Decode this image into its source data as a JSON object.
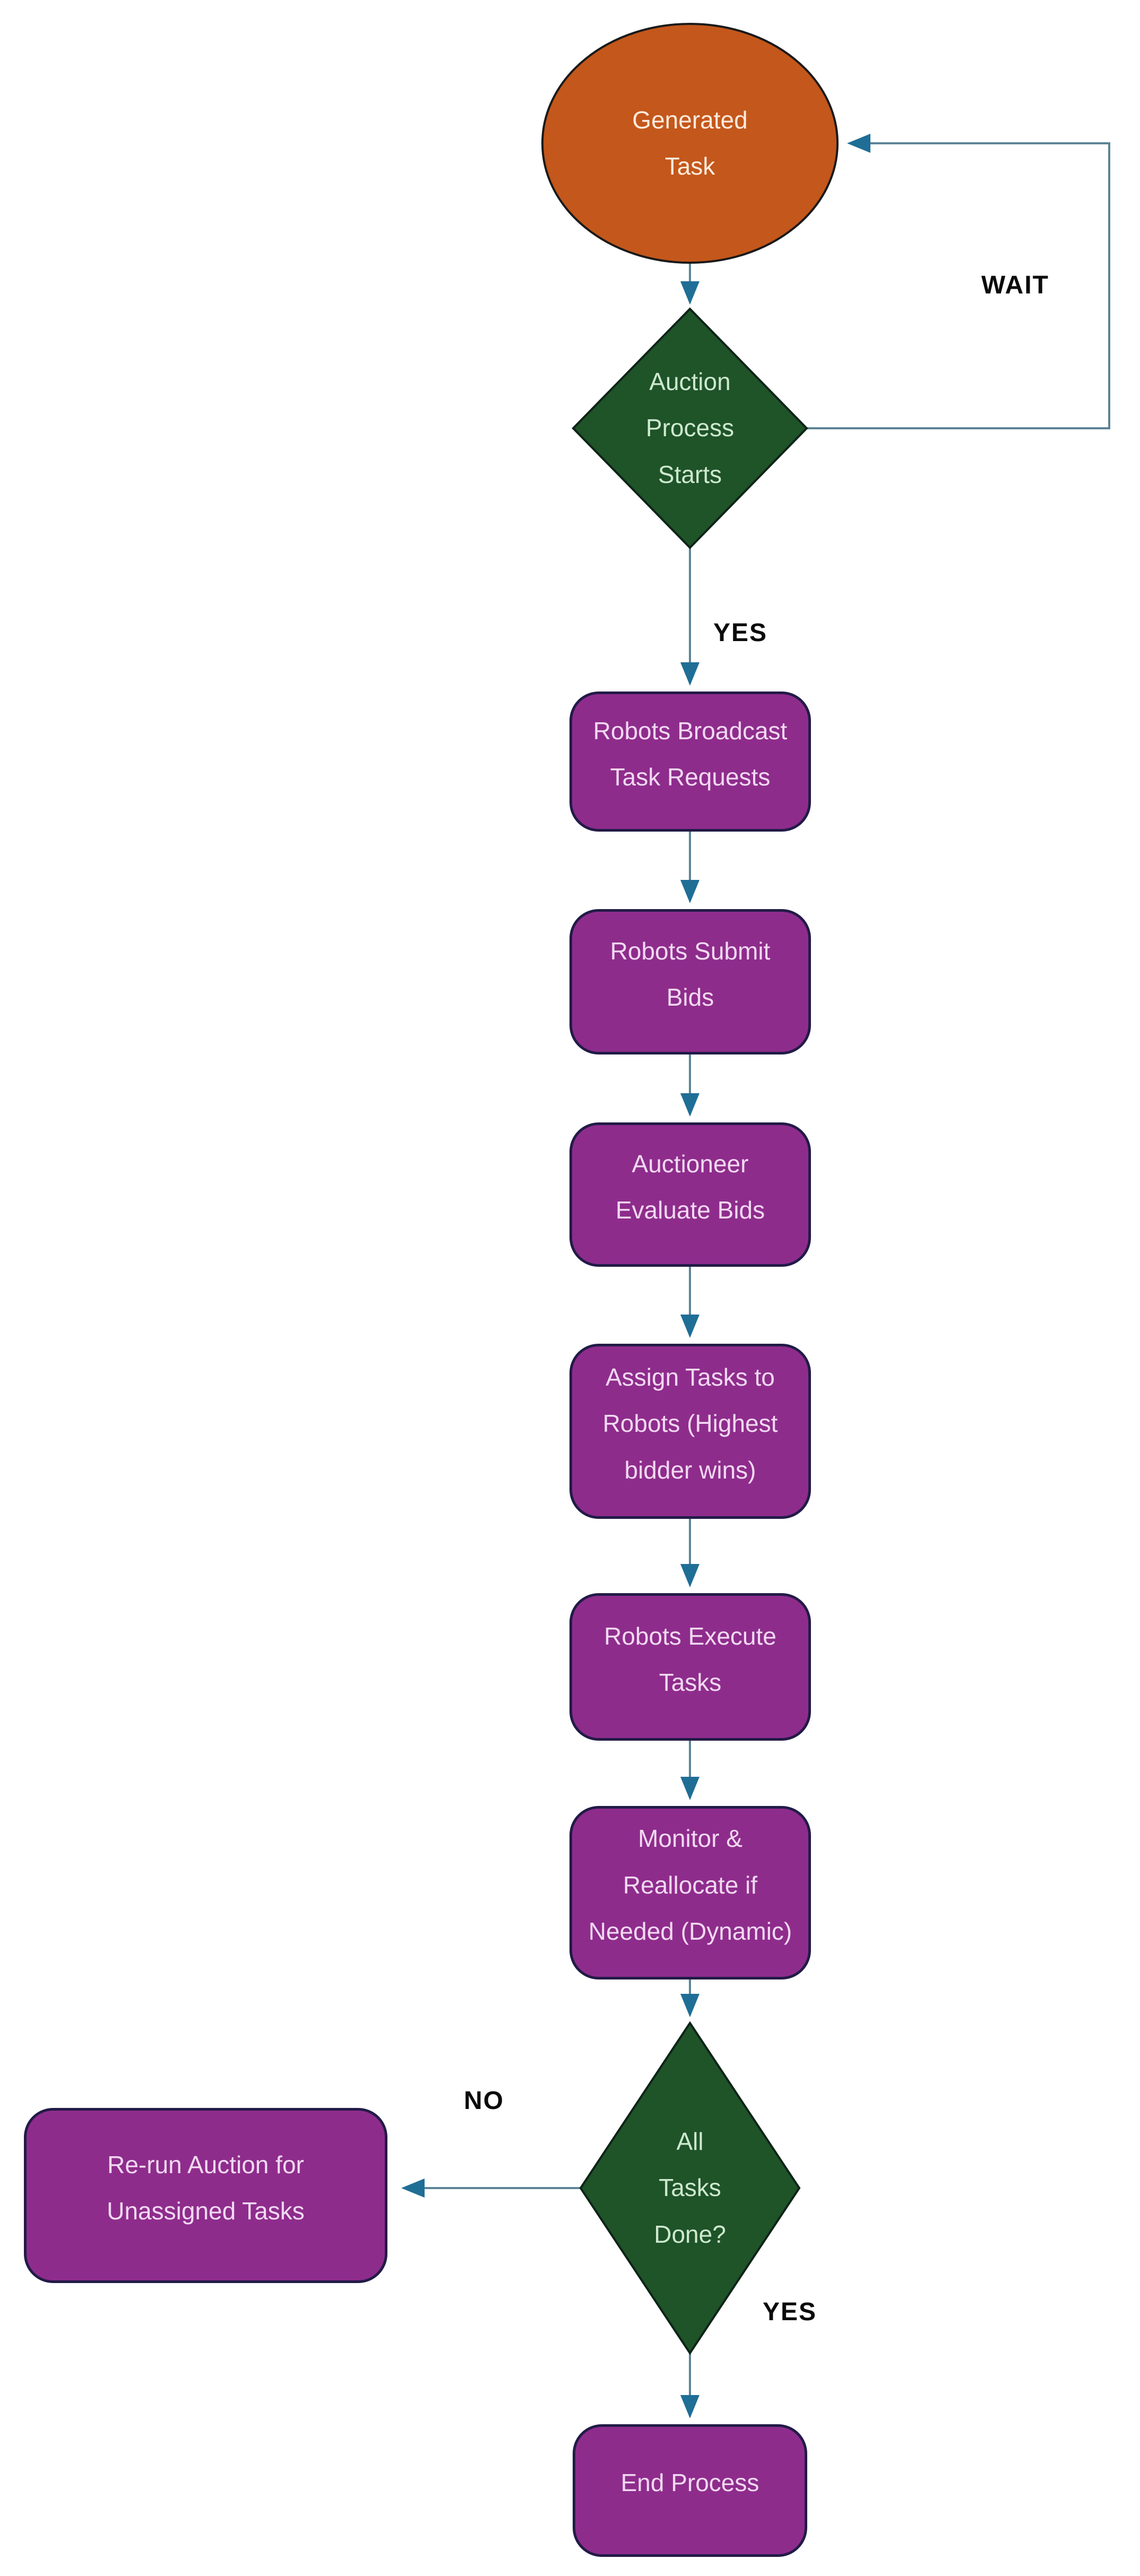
{
  "diagram": {
    "type": "flowchart",
    "nodes": {
      "start": {
        "shape": "ellipse",
        "label": "Generated\nTask"
      },
      "auction_decision": {
        "shape": "diamond",
        "label": "Auction\nProcess\nStarts"
      },
      "broadcast": {
        "shape": "process",
        "label": "Robots Broadcast\nTask Requests"
      },
      "submit_bids": {
        "shape": "process",
        "label": "Robots Submit\nBids"
      },
      "evaluate_bids": {
        "shape": "process",
        "label": "Auctioneer\nEvaluate Bids"
      },
      "assign_tasks": {
        "shape": "process",
        "label": "Assign Tasks to\nRobots (Highest\nbidder wins)"
      },
      "execute_tasks": {
        "shape": "process",
        "label": "Robots Execute\nTasks"
      },
      "monitor": {
        "shape": "process",
        "label": "Monitor &\nReallocate if\nNeeded (Dynamic)"
      },
      "all_done_decision": {
        "shape": "diamond",
        "label": "All\nTasks\nDone?"
      },
      "rerun_auction": {
        "shape": "process",
        "label": "Re-run Auction for\nUnassigned Tasks"
      },
      "end": {
        "shape": "process",
        "label": "End Process"
      }
    },
    "edge_labels": {
      "wait": "WAIT",
      "yes_start": "YES",
      "no_branch": "NO",
      "yes_done": "YES"
    },
    "colors": {
      "start_fill": "#C4571B",
      "decision_fill": "#1F5328",
      "process_fill": "#8E2C8C",
      "process_border": "#221B47",
      "connector_line": "#5D8496",
      "arrowhead": "#1F6E96",
      "start_text": "#FBEBDD",
      "decision_text": "#CDE9CF",
      "process_text": "#F2D9F2",
      "edge_label_text": "#0B0B0B"
    }
  }
}
